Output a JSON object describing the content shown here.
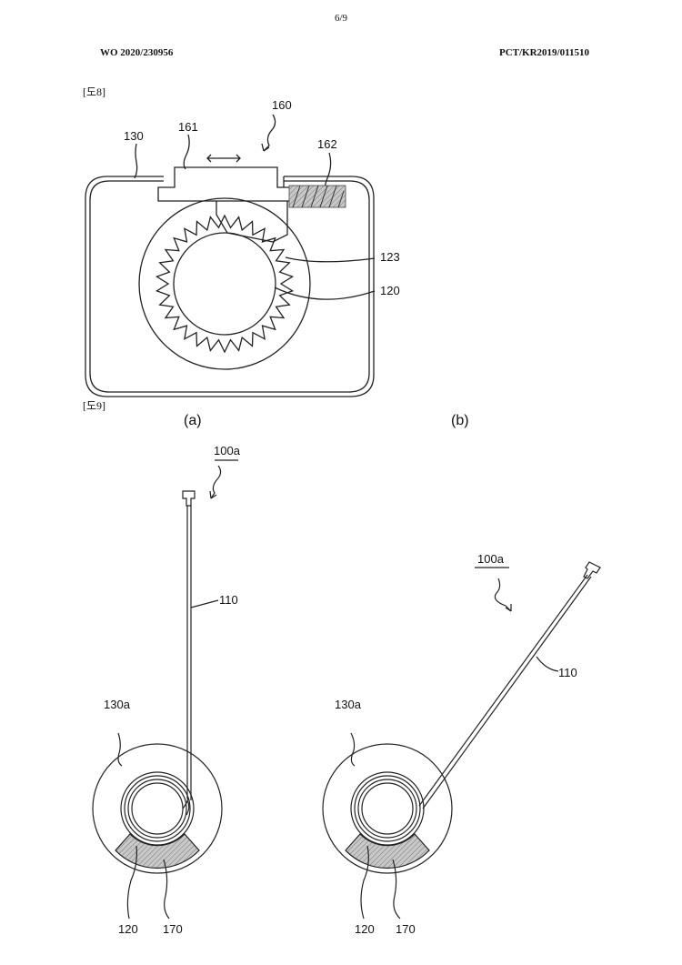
{
  "page": {
    "page_number": "6/9",
    "publication_number": "WO 2020/230956",
    "application_number": "PCT/KR2019/011510"
  },
  "figure8": {
    "label": "[도8]",
    "refs": {
      "r130": "130",
      "r161": "161",
      "r160": "160",
      "r162": "162",
      "r123": "123",
      "r120": "120"
    }
  },
  "figure9": {
    "label": "[도9]",
    "panel_a": {
      "label": "(a)",
      "refs": {
        "r100a": "100a",
        "r110": "110",
        "r130a": "130a",
        "r120": "120",
        "r170": "170"
      }
    },
    "panel_b": {
      "label": "(b)",
      "refs": {
        "r100a": "100a",
        "r110": "110",
        "r130a": "130a",
        "r120": "120",
        "r170": "170"
      }
    }
  }
}
